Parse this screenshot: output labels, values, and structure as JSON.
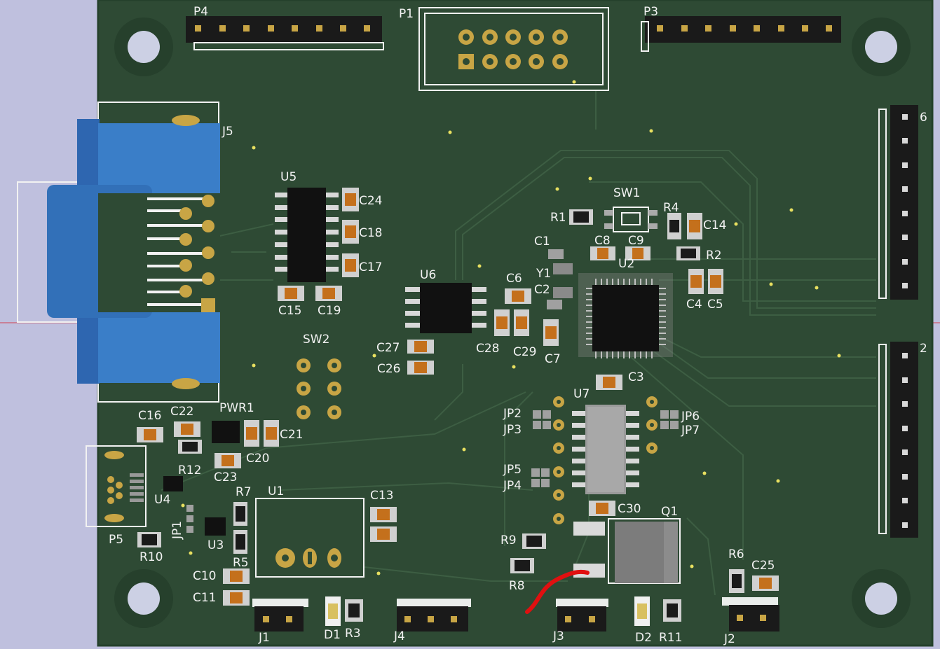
{
  "board": {
    "bg_color": "#bfc0de",
    "pcb_color": "#2e4a34",
    "silkscreen_color": "#f2f2f2",
    "pad_color": "#c8a545",
    "highlight_trace_color": "#e01010"
  },
  "labels": {
    "p4": "P4",
    "p1": "P1",
    "p3": "P3",
    "j5": "J5",
    "u5": "U5",
    "c24": "C24",
    "c18": "C18",
    "c17": "C17",
    "c15": "C15",
    "c19": "C19",
    "u6": "U6",
    "c6": "C6",
    "c2": "C2",
    "c1": "C1",
    "y1": "Y1",
    "r1": "R1",
    "sw1": "SW1",
    "r4": "R4",
    "c14": "C14",
    "c8": "C8",
    "c9": "C9",
    "u2": "U2",
    "r2": "R2",
    "c4": "C4",
    "c5": "C5",
    "c28": "C28",
    "c29": "C29",
    "c7": "C7",
    "c27": "C27",
    "c26": "C26",
    "sw2": "SW2",
    "c3": "C3",
    "u7": "U7",
    "jp2": "JP2",
    "jp3": "JP3",
    "jp6": "JP6",
    "jp7": "JP7",
    "jp5": "JP5",
    "jp4": "JP4",
    "c30": "C30",
    "q1": "Q1",
    "r9": "R9",
    "r8": "R8",
    "c16": "C16",
    "c22": "C22",
    "pwr1": "PWR1",
    "c21": "C21",
    "c20": "C20",
    "c23": "C23",
    "r12": "R12",
    "u4": "U4",
    "p5": "P5",
    "r10": "R10",
    "jp1": "JP1",
    "u3": "U3",
    "r7": "R7",
    "r5": "R5",
    "u1": "U1",
    "c13": "C13",
    "c10": "C10",
    "c11": "C11",
    "j1": "J1",
    "d1": "D1",
    "r3": "R3",
    "j4": "J4",
    "j3": "J3",
    "d2": "D2",
    "r11": "R11",
    "j2": "J2",
    "r6": "R6",
    "c25": "C25",
    "p6": "6",
    "p2": "2"
  }
}
